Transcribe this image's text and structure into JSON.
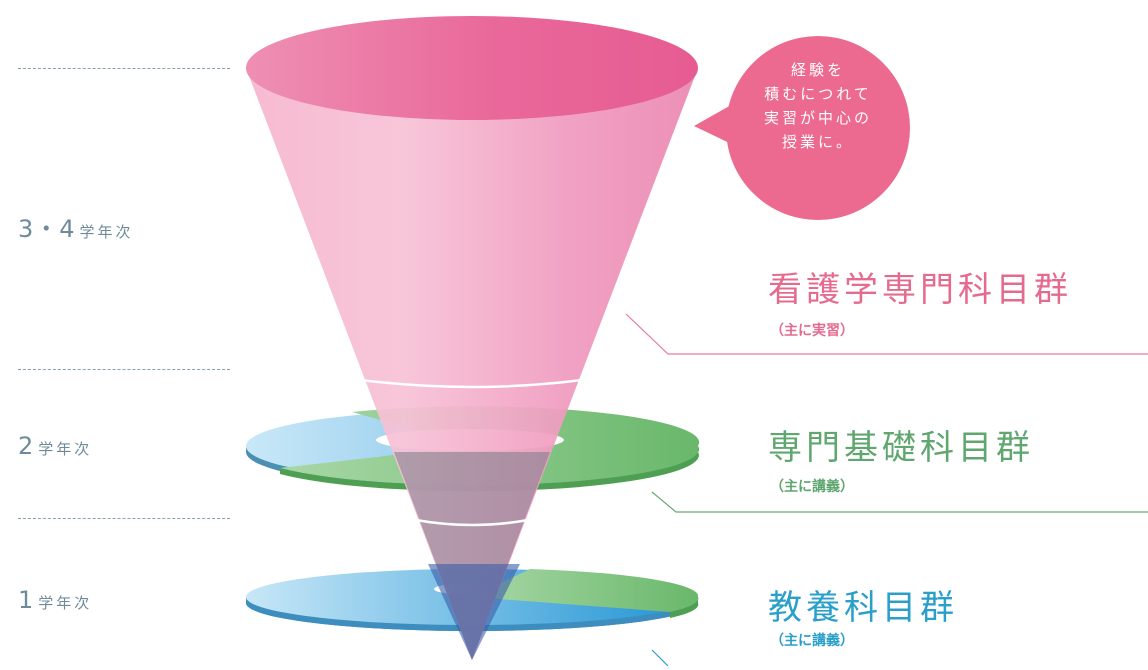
{
  "years": [
    {
      "num": "3・4",
      "suffix": "学年次"
    },
    {
      "num": "2",
      "suffix": "学年次"
    },
    {
      "num": "1",
      "suffix": "学年次"
    }
  ],
  "categories": [
    {
      "title": "看護学専門科目群",
      "sub": "（主に実習）",
      "color": "#e56b8e"
    },
    {
      "title": "専門基礎科目群",
      "sub": "（主に講義）",
      "color": "#5fa66f"
    },
    {
      "title": "教養科目群",
      "sub": "（主に講義）",
      "color": "#2a9fc9"
    }
  ],
  "bubble": {
    "lines": [
      "経験を",
      "積むにつれて",
      "実習が中心の",
      "授業に。"
    ],
    "color": "#ec6a8f"
  },
  "colors": {
    "funnel": "#f08db4",
    "disc_blue": "#7cc1e6",
    "disc_green": "#7cc37e",
    "dash": "#8aa0ad"
  }
}
